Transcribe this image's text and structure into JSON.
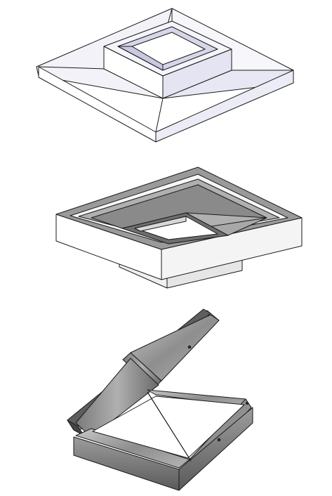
{
  "figures": [
    {
      "id": "fig-top",
      "subject": "curb-flashing-with-raised-square-collar"
    },
    {
      "id": "fig-mid",
      "subject": "square-curb-frame-with-sloped-liner"
    },
    {
      "id": "fig-bot",
      "subject": "hinged-galvanized-hatch-open"
    }
  ],
  "colors": {
    "outline": "#1a1a1a",
    "light_face": "#f2f2f8",
    "lavender_face": "#dcdcf0",
    "white_face": "#ffffff",
    "grey_face": "#9a9a9a",
    "dark_grey_face": "#6e6e6e",
    "steel_light": "#b8b8b8",
    "steel_mid": "#8a8a8a",
    "steel_dark": "#5a5a5a"
  }
}
